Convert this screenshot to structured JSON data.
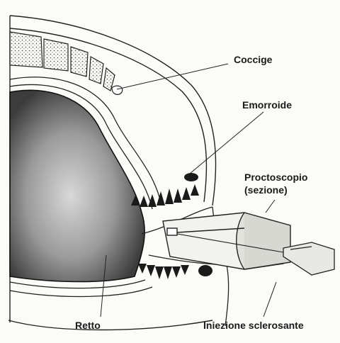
{
  "labels": {
    "coccige": "Coccige",
    "emorroide": "Emorroide",
    "proctoscopio_line1": "Proctoscopio",
    "proctoscopio_line2": "(sezione)",
    "retto": "Retto",
    "iniezione": "Iniezione sclerosante"
  }
}
